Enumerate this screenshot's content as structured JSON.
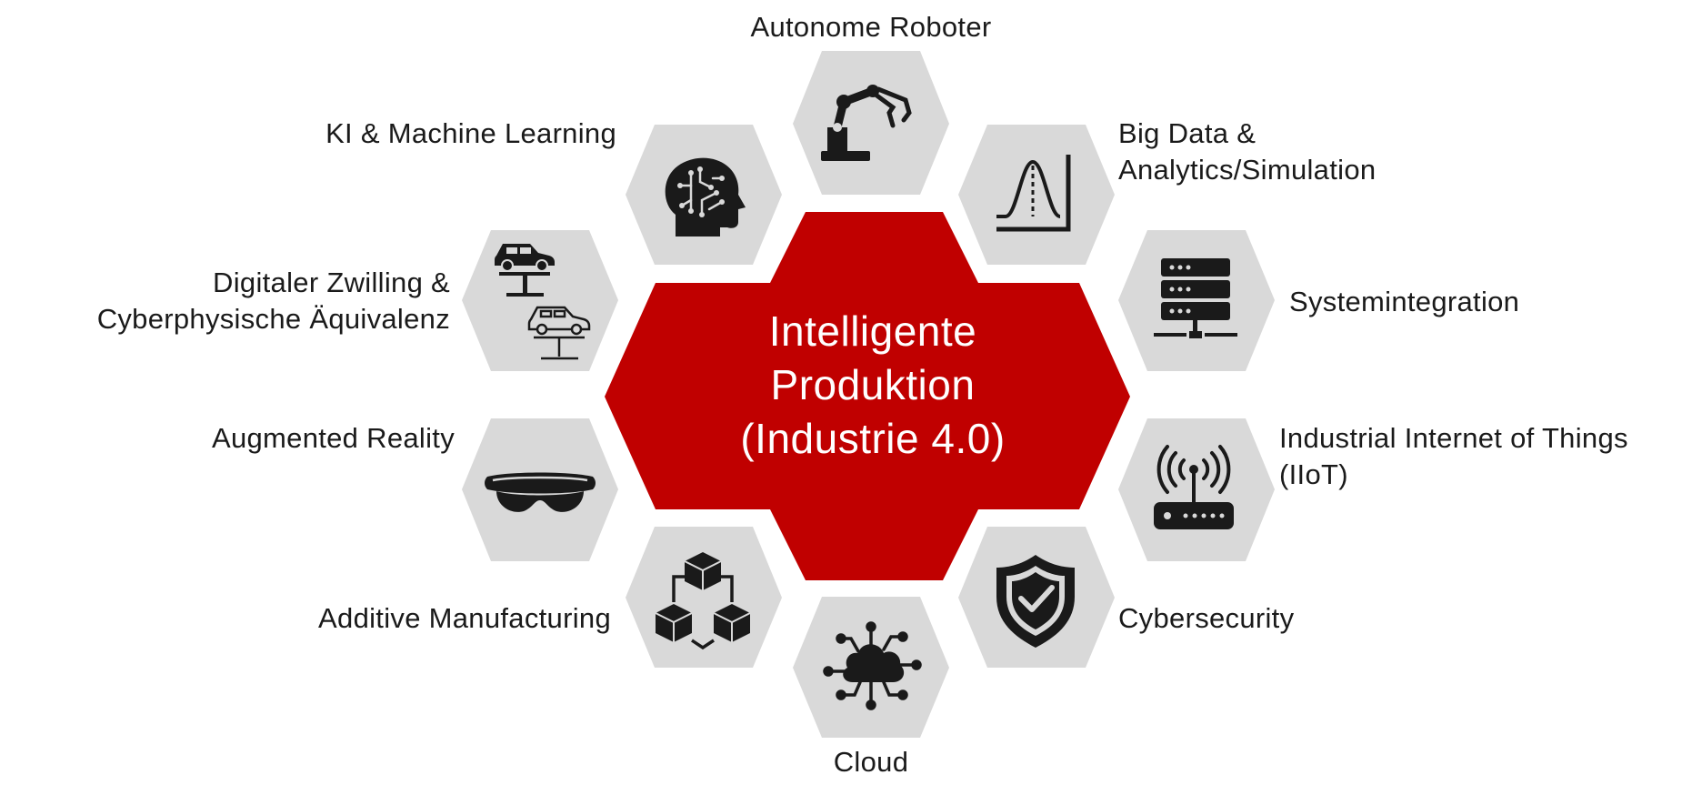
{
  "center": {
    "lines": [
      "Intelligente",
      "Produktion",
      "(Industrie 4.0)"
    ]
  },
  "nodes": [
    {
      "id": "autonome-roboter",
      "icon": "robot-arm-icon",
      "lines": [
        "Autonome Roboter"
      ]
    },
    {
      "id": "big-data",
      "icon": "bell-curve-chart-icon",
      "lines": [
        "Big Data &",
        "Analytics/Simulation"
      ]
    },
    {
      "id": "systemintegration",
      "icon": "server-rack-icon",
      "lines": [
        "Systemintegration"
      ]
    },
    {
      "id": "iiot",
      "icon": "wifi-router-icon",
      "lines": [
        "Industrial Internet of Things",
        "(IIoT)"
      ]
    },
    {
      "id": "cybersecurity",
      "icon": "shield-check-icon",
      "lines": [
        "Cybersecurity"
      ]
    },
    {
      "id": "cloud",
      "icon": "cloud-network-icon",
      "lines": [
        "Cloud"
      ]
    },
    {
      "id": "additive-manufacturing",
      "icon": "connected-cubes-icon",
      "lines": [
        "Additive Manufacturing"
      ]
    },
    {
      "id": "augmented-reality",
      "icon": "ar-headset-icon",
      "lines": [
        "Augmented Reality"
      ]
    },
    {
      "id": "digitaler-zwilling",
      "icon": "car-lift-twin-icon",
      "lines": [
        "Digitaler Zwilling &",
        "Cyberphysische Äquivalenz"
      ]
    },
    {
      "id": "ki-machine-learning",
      "icon": "ai-head-icon",
      "lines": [
        "KI & Machine Learning"
      ]
    }
  ],
  "colors": {
    "center_fill": "#C00000",
    "node_fill": "#D9D9D9",
    "icon": "#1a1a1a",
    "label_text": "#1a1a1a",
    "center_text": "#FFFFFF"
  }
}
